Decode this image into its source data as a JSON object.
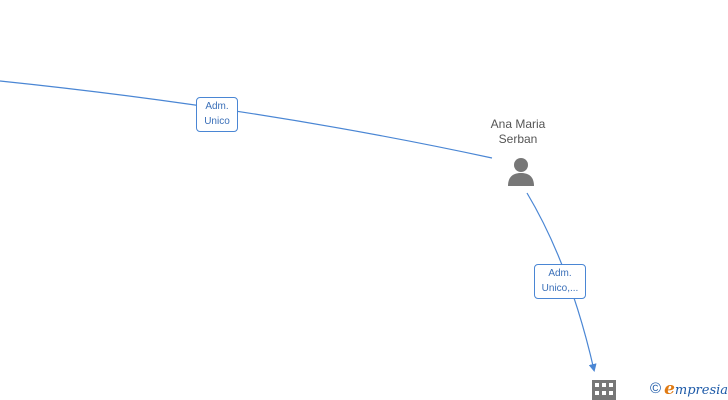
{
  "nodes": {
    "person": {
      "name_line1": "Ana Maria",
      "name_line2": "Serban",
      "icon": "person-icon"
    },
    "company": {
      "icon": "building-icon"
    }
  },
  "edges": [
    {
      "label_line1": "Adm.",
      "label_line2": "Unico"
    },
    {
      "label_line1": "Adm.",
      "label_line2": "Unico,..."
    }
  ],
  "watermark": {
    "copyright_symbol": "©",
    "brand_initial": "e",
    "brand_rest": "mpresia"
  },
  "colors": {
    "edge": "#4a86d4",
    "label_text": "#3a6fb8",
    "node_icon": "#777777",
    "brand_blue": "#1d5aa8",
    "brand_orange": "#e07a12"
  }
}
